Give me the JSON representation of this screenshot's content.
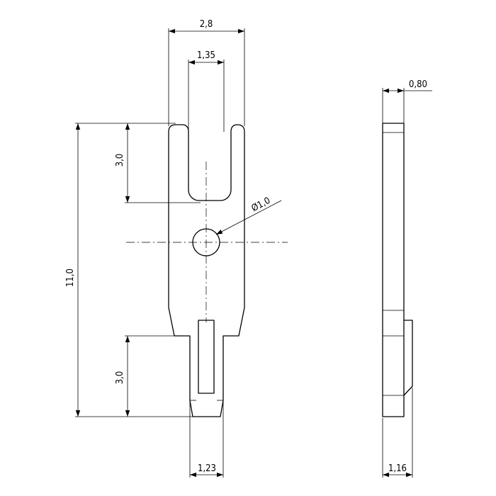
{
  "dimensions": {
    "top_width": "2,8",
    "slot_width": "1,35",
    "slot_depth": "3,0",
    "hole_diameter": "Ø1,0",
    "total_length": "11,0",
    "tab_length": "3,0",
    "tab_width": "1,23",
    "thickness": "0,80",
    "side_bottom_width": "1,16"
  }
}
